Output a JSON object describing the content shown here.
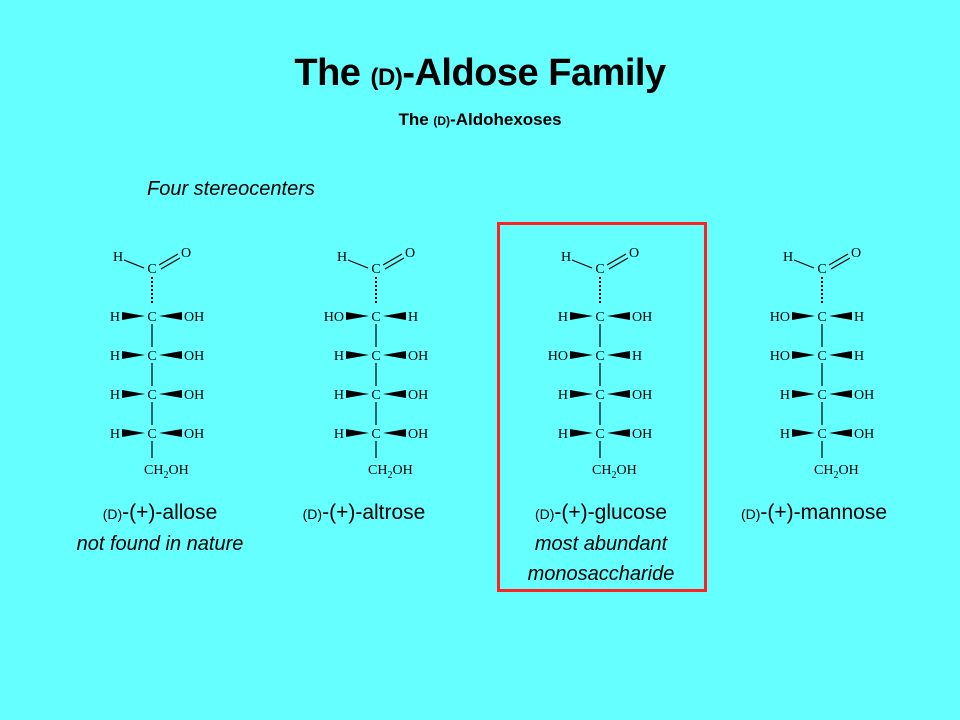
{
  "title": {
    "prefix": "The ",
    "d": "(D)",
    "main": "-Aldose Family"
  },
  "subtitle": {
    "prefix": "The ",
    "d": "(D)",
    "main": "-Aldohexoses"
  },
  "note": "Four stereocenters",
  "highlight_color": "#ff2222",
  "background_color": "#66ffff",
  "sugars": [
    {
      "d": "(D)",
      "name": "-(+)-allose",
      "description": [
        "not found in nature"
      ],
      "centers": [
        [
          "H",
          "OH"
        ],
        [
          "H",
          "OH"
        ],
        [
          "H",
          "OH"
        ],
        [
          "H",
          "OH"
        ]
      ]
    },
    {
      "d": "(D)",
      "name": "-(+)-altrose",
      "description": [],
      "centers": [
        [
          "HO",
          "H"
        ],
        [
          "H",
          "OH"
        ],
        [
          "H",
          "OH"
        ],
        [
          "H",
          "OH"
        ]
      ]
    },
    {
      "d": "(D)",
      "name": "-(+)-glucose",
      "description": [
        "most abundant",
        "monosaccharide"
      ],
      "centers": [
        [
          "H",
          "OH"
        ],
        [
          "HO",
          "H"
        ],
        [
          "H",
          "OH"
        ],
        [
          "H",
          "OH"
        ]
      ],
      "highlighted": true
    },
    {
      "d": "(D)",
      "name": "-(+)-mannose",
      "description": [],
      "centers": [
        [
          "HO",
          "H"
        ],
        [
          "HO",
          "H"
        ],
        [
          "H",
          "OH"
        ],
        [
          "H",
          "OH"
        ]
      ]
    }
  ],
  "atoms": {
    "aldehyde_h": "H",
    "aldehyde_c": "C",
    "aldehyde_o": "O",
    "center": "C",
    "bottom": "CH",
    "bottom_sub": "2",
    "bottom_end": "OH"
  }
}
